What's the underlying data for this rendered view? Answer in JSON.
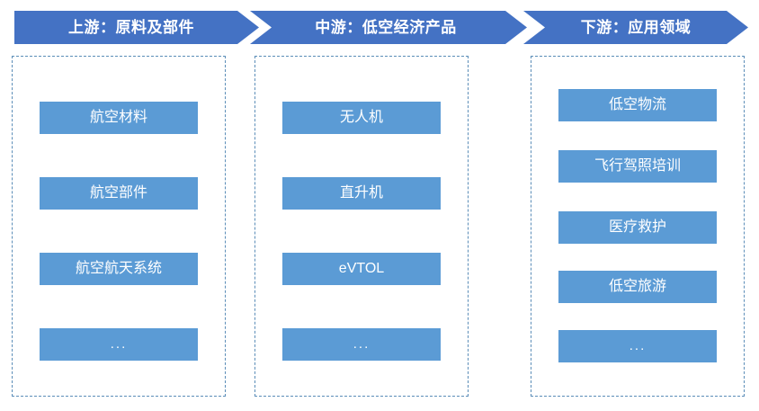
{
  "header": {
    "segments": [
      {
        "label": "上游：原料及部件"
      },
      {
        "label": "中游：低空经济产品"
      },
      {
        "label": "下游：应用领域"
      }
    ],
    "band_color": "#4472c4",
    "text_color": "#ffffff"
  },
  "columns": [
    {
      "name": "upstream",
      "items": [
        {
          "label": "航空材料"
        },
        {
          "label": "航空部件"
        },
        {
          "label": "航空航天系统"
        },
        {
          "label": "..."
        }
      ]
    },
    {
      "name": "midstream",
      "items": [
        {
          "label": "无人机"
        },
        {
          "label": "直升机"
        },
        {
          "label": "eVTOL"
        },
        {
          "label": "..."
        }
      ]
    },
    {
      "name": "downstream",
      "items": [
        {
          "label": "低空物流"
        },
        {
          "label": "飞行驾照培训"
        },
        {
          "label": "医疗救护"
        },
        {
          "label": "低空旅游"
        },
        {
          "label": "..."
        }
      ]
    }
  ],
  "style": {
    "item_fill": "#5b9bd5",
    "item_text": "#ffffff",
    "dashed_border": "#5b8db8",
    "background": "#ffffff"
  }
}
